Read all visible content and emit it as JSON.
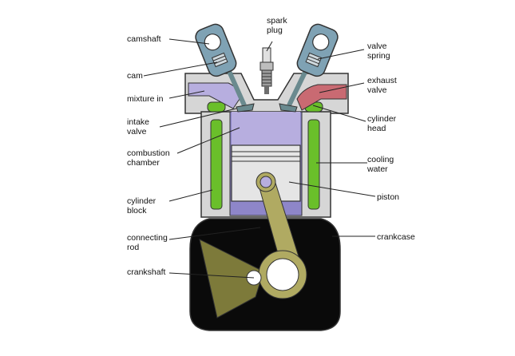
{
  "labels": {
    "camshaft": "camshaft",
    "spark_plug": "spark\nplug",
    "valve_spring": "valve\nspring",
    "cam": "cam",
    "exhaust_valve": "exhaust\nvalve",
    "mixture_in": "mixture in",
    "intake_valve": "intake\nvalve",
    "cylinder_head": "cylinder\nhead",
    "combustion_chamber": "combustion\nchamber",
    "cooling_water": "cooling\nwater",
    "cylinder_block": "cylinder\nblock",
    "piston": "piston",
    "connecting_rod": "connecting\nrod",
    "crankcase": "crankcase",
    "crankshaft": "crankshaft"
  },
  "colors": {
    "engine_block": "#d6d6d6",
    "outline": "#333333",
    "cooling_water": "#6abf2a",
    "combustion_chamber": "#b7aedf",
    "cylinder_bore": "#8e86c9",
    "piston": "#e5e5e5",
    "camshaft_housing": "#7fa2b4",
    "crankcase": "#0a0a0a",
    "crankshaft": "#7d7a3a",
    "connecting_rod": "#b0aa62",
    "exhaust_port": "#c96a72",
    "intake_port": "#b7aedf"
  }
}
